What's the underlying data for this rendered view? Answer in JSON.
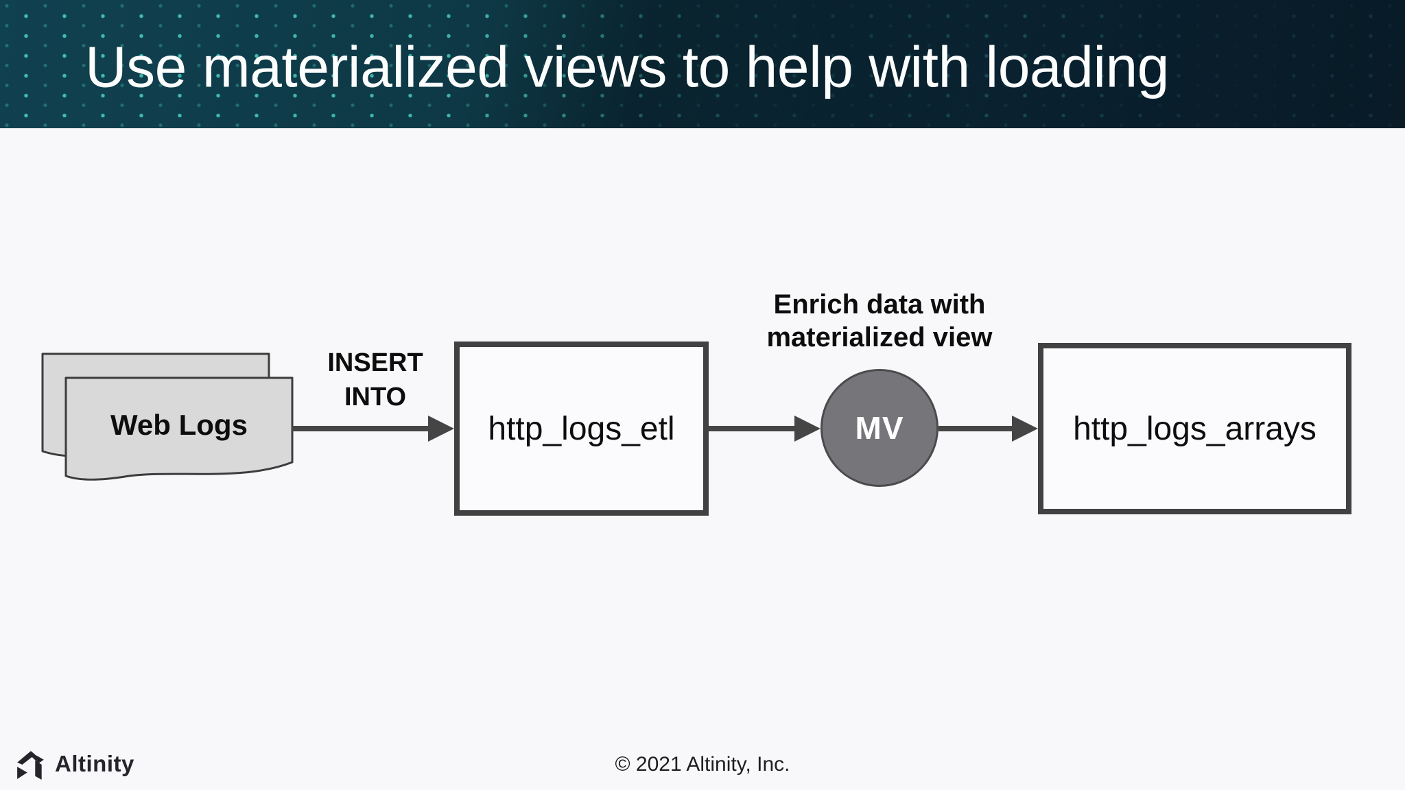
{
  "slide": {
    "title": "Use materialized views to help with loading",
    "header_colors": {
      "base_left": "#0e3744",
      "base_right": "#0a1f2d",
      "dot_accent": "#48cdbe"
    },
    "background_color": "#f8f8fa",
    "footer": {
      "brand": "Altinity",
      "copyright": "© 2021 Altinity, Inc."
    }
  },
  "diagram": {
    "source": {
      "label": "Web Logs",
      "shape": "document-stack",
      "fill": "#d9d9d9",
      "border_color": "#3c3c3c"
    },
    "flow_label": "INSERT INTO",
    "etl_table": {
      "label": "http_logs_etl",
      "border_color": "#414141",
      "fill": "#fbfbfd"
    },
    "mv_node": {
      "label": "MV",
      "caption": "Enrich data with materialized view",
      "fill": "#75757a",
      "text_color": "#ffffff"
    },
    "target_table": {
      "label": "http_logs_arrays",
      "border_color": "#414141",
      "fill": "#fbfbfd"
    },
    "arrow_color": "#454545"
  }
}
